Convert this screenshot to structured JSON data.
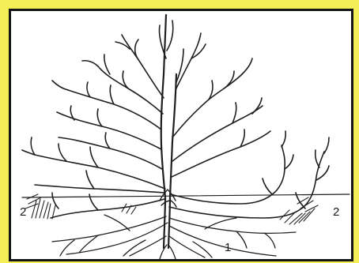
{
  "labels": {
    "left_layer_shoot": "2",
    "right_layer_shoot": "2",
    "mother_root": "1"
  },
  "icons": {
    "drawing": "shrub-layering-sketch"
  },
  "colors": {
    "frame": "#f3ee55",
    "border": "#151515",
    "ink": "#1f1f1f",
    "paper": "#ffffff"
  }
}
